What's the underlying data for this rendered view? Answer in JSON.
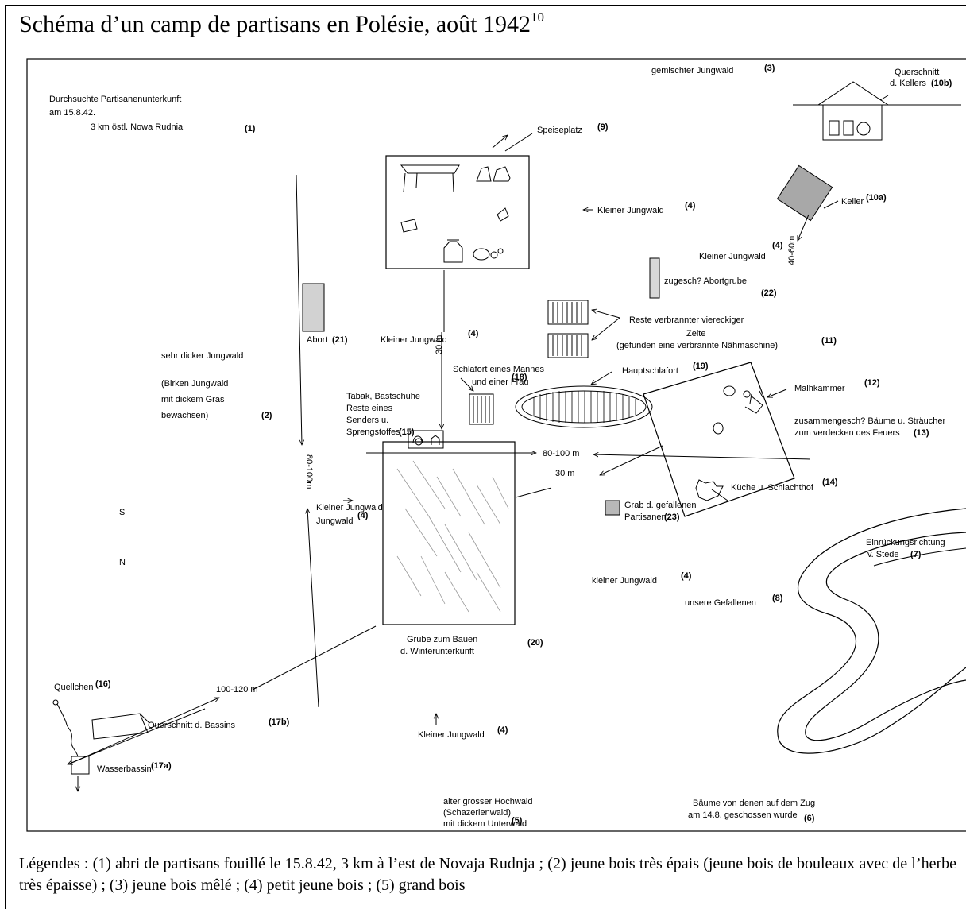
{
  "title": "Schéma d’un camp de partisans en Polésie, août 1942",
  "title_note": "10",
  "labels": {
    "l1a": "Durchsuchte Partisanenunterkunft",
    "l1b": "am 15.8.42.",
    "l1c": "3 km östl. Nowa Rudnia",
    "l1n": "(1)",
    "l2a": "sehr dicker Jungwald",
    "l2b": "(Birken Jungwald",
    "l2c": "mit dickem Gras",
    "l2d": "bewachsen)",
    "l2n": "(2)",
    "l3": "gemischter Jungwald",
    "l3n": "(3)",
    "l4": "Kleiner Jungwald",
    "l4b": "kleiner Jungwald",
    "l4n": "(4)",
    "l4j": "Jungwald",
    "l5a": "alter grosser Hochwald",
    "l5b": "(Schazerlenwald)",
    "l5c": "mit dickem Unterwald",
    "l5n": "(5)",
    "l6a": "Bäume von denen auf dem Zug",
    "l6b": "am 14.8. geschossen wurde",
    "l6n": "(6)",
    "l7a": "Einrückungsrichtung",
    "l7b": "v. Stede",
    "l7n": "(7)",
    "l8": "unsere Gefallenen",
    "l8n": "(8)",
    "l9": "Speiseplatz",
    "l9n": "(9)",
    "l10a": "Keller",
    "l10an": "(10a)",
    "l10b1": "Querschnitt",
    "l10b2": "d. Kellers",
    "l10bn": "(10b)",
    "l11a": "Reste verbrannter viereckiger",
    "l11b": "Zelte",
    "l11c": "(gefunden eine verbrannte Nähmaschine)",
    "l11n": "(11)",
    "l12": "Malhkammer",
    "l12n": "(12)",
    "l13a": "zusammengesch? Bäume u. Sträucher",
    "l13b": "zum verdecken des Feuers",
    "l13n": "(13)",
    "l14": "Küche u. Schlachthof",
    "l14n": "(14)",
    "l15a": "Tabak, Bastschuhe",
    "l15b": "Reste eines",
    "l15c": "Senders u.",
    "l15d": "Sprengstoffes",
    "l15n": "(15)",
    "l16": "Quellchen",
    "l16n": "(16)",
    "l17a": "Wasserbassin",
    "l17an": "(17a)",
    "l17b": "Querschnitt d. Bassins",
    "l17bn": "(17b)",
    "l18a": "Schlafort eines Mannes",
    "l18b": "und einer Frau",
    "l18n": "(18)",
    "l19": "Hauptschlafort",
    "l19n": "(19)",
    "l20a": "Grube zum Bauen",
    "l20b": "d. Winterunterkunft",
    "l20n": "(20)",
    "l21": "Abort",
    "l21n": "(21)",
    "l22": "zugesch? Abortgrube",
    "l22n": "(22)",
    "l23a": "Grab d. gefallenen",
    "l23b": "Partisanen",
    "l23n": "(23)",
    "m80a": "80-100m",
    "m80b": "80-100 m",
    "m30a": "30 m",
    "m30b": "30 m",
    "m100": "100-120 m",
    "m40": "40-60m",
    "s": "S",
    "n": "N"
  },
  "legend": "Légendes : (1) abri de partisans fouillé le 15.8.42, 3 km à l’est de Novaja Rudnja ; (2) jeune bois très épais (jeune bois de bouleaux avec de l’herbe très épaisse) ; (3) jeune bois mêlé ; (4) petit jeune bois ; (5) grand bois"
}
